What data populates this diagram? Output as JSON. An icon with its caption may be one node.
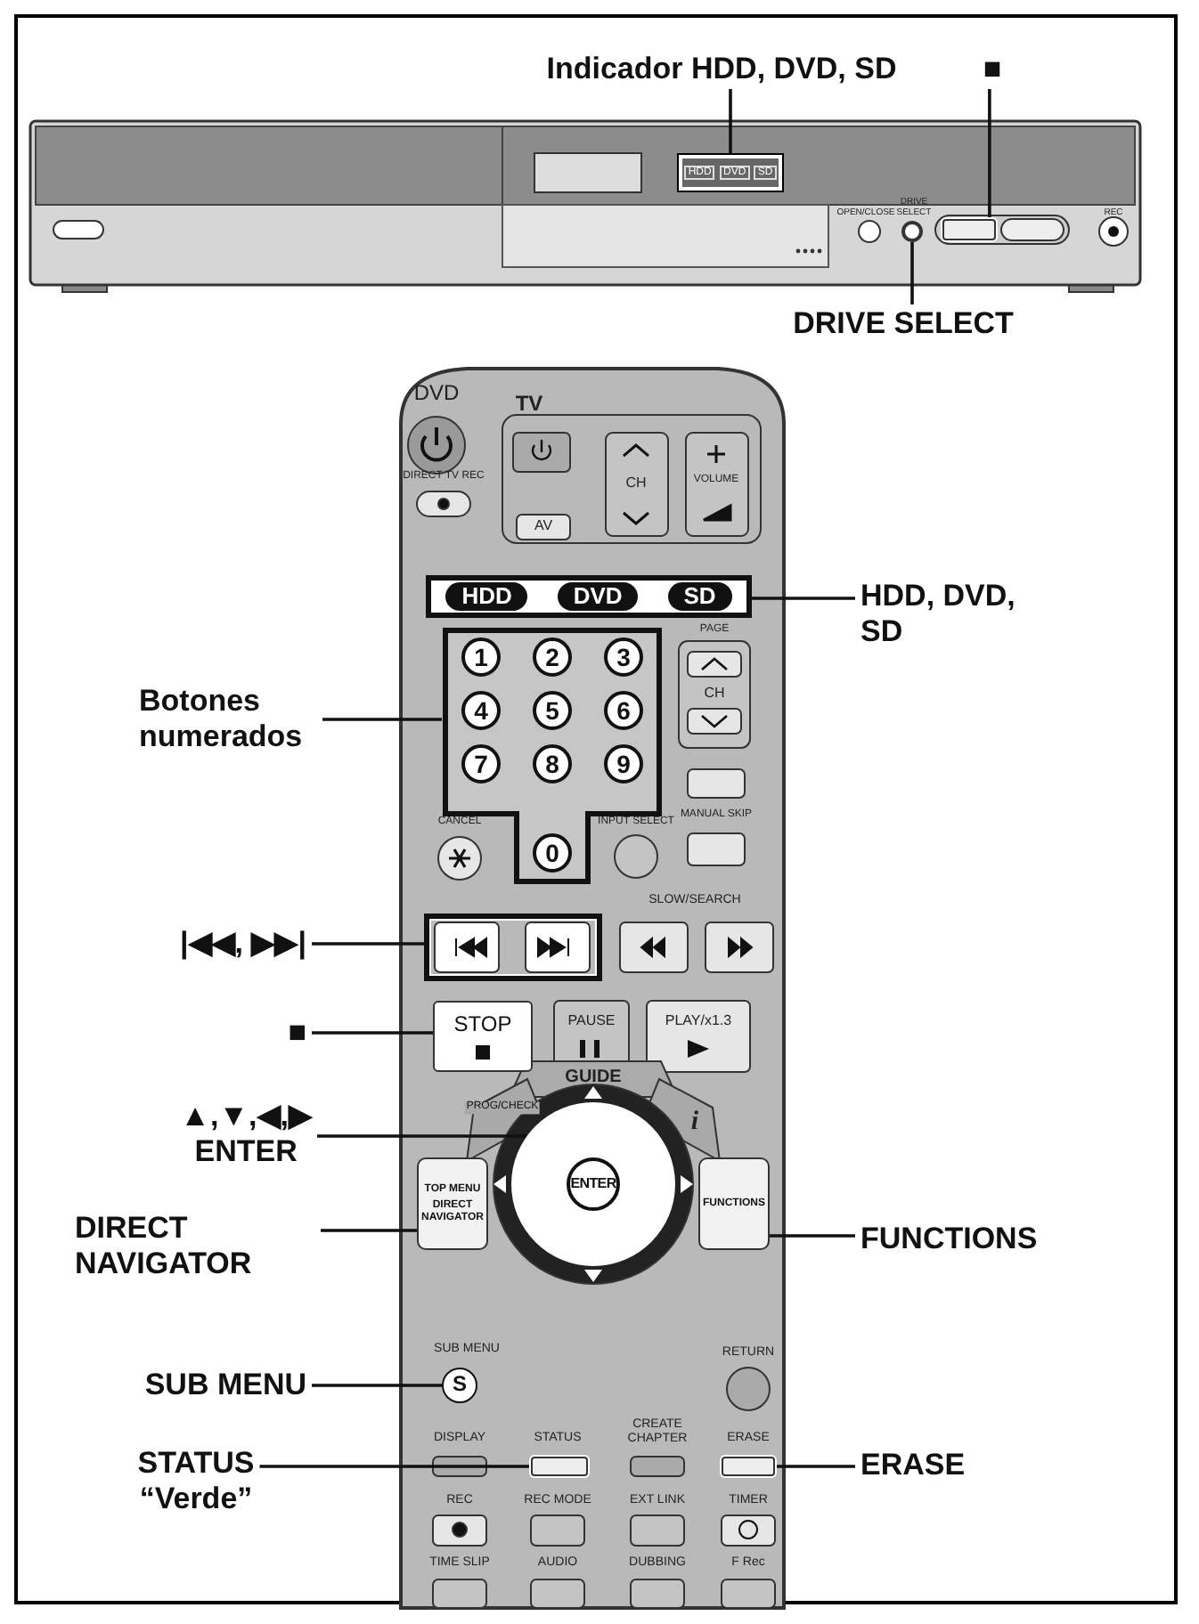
{
  "diagram": {
    "nodes": [
      {
        "text": [
          "Indicador HDD, DVD, SD"
        ]
      },
      {
        "text": [
          "■"
        ]
      },
      {
        "text": [
          "DRIVE SELECT"
        ]
      },
      {
        "text": [
          "HDD, DVD, SD"
        ]
      },
      {
        "text": [
          "Botones numerados"
        ]
      },
      {
        "text": [
          "|◀◀, ▶▶|"
        ]
      },
      {
        "text": [
          "■"
        ]
      },
      {
        "text": [
          "▲,▼,◀,▶",
          "ENTER"
        ]
      },
      {
        "text": [
          "DIRECT NAVIGATOR"
        ]
      },
      {
        "text": [
          "FUNCTIONS"
        ]
      },
      {
        "text": [
          "SUB MENU"
        ]
      },
      {
        "text": [
          "STATUS",
          "“Verde”"
        ]
      },
      {
        "text": [
          "ERASE"
        ]
      },
      {
        "text": [
          "HDD",
          "DVD",
          "SD"
        ]
      },
      {
        "text": [],
        "shape": "box"
      },
      {
        "text": [],
        "shape": "circle"
      },
      {
        "text": [
          "HDD",
          "DVD",
          "SD"
        ]
      },
      {
        "text": [
          "1",
          "2",
          "3",
          "4",
          "5",
          "6",
          "7",
          "8",
          "9",
          "0"
        ]
      },
      {
        "text": [],
        "shape": "box"
      },
      {
        "text": [
          "STOP"
        ]
      },
      {
        "text": [
          "ENTER"
        ]
      },
      {
        "text": [
          "TOP MENU",
          "DIRECT NAVIGATOR"
        ]
      },
      {
        "text": [
          "FUNCTIONS"
        ]
      },
      {
        "text": [
          "S"
        ],
        "beside": [
          "SUB MENU"
        ]
      },
      {
        "text": [],
        "shape": "box",
        "beside": [
          "STATUS"
        ]
      },
      {
        "text": [],
        "shape": "box",
        "beside": [
          "ERASE"
        ]
      }
    ],
    "edges": [
      {
        "from": 0,
        "to": 13,
        "arrow": "none"
      },
      {
        "from": 1,
        "to": 14,
        "arrow": "none"
      },
      {
        "from": 2,
        "to": 15,
        "arrow": "none"
      },
      {
        "from": 3,
        "to": 16,
        "arrow": "none"
      },
      {
        "from": 4,
        "to": 17,
        "arrow": "none"
      },
      {
        "from": 5,
        "to": 18,
        "arrow": "none"
      },
      {
        "from": 6,
        "to": 19,
        "arrow": "none"
      },
      {
        "from": 7,
        "to": 20,
        "arrow": "none"
      },
      {
        "from": 8,
        "to": 21,
        "arrow": "none"
      },
      {
        "from": 9,
        "to": 22,
        "arrow": "none"
      },
      {
        "from": 10,
        "to": 23,
        "arrow": "none"
      },
      {
        "from": 11,
        "to": 24,
        "arrow": "none"
      },
      {
        "from": 12,
        "to": 25,
        "arrow": "none"
      }
    ],
    "labels": [
      "OPEN/CLOSE",
      "DRIVE SELECT",
      "REC",
      "DVD",
      "TV",
      "DIRECT TV REC",
      "AV",
      "CH",
      "VOLUME",
      "PAGE",
      "CH",
      "CANCEL",
      "INPUT SELECT",
      "MANUAL SKIP",
      "SLOW/SEARCH",
      "PAUSE",
      "PLAY/x1.3",
      "GUIDE",
      "PROG/CHECK",
      "i",
      "RETURN",
      "DISPLAY",
      "CREATE CHAPTER",
      "REC",
      "REC MODE",
      "EXT LINK",
      "TIMER",
      "TIME SLIP",
      "AUDIO",
      "DUBBING",
      "F Rec"
    ]
  }
}
